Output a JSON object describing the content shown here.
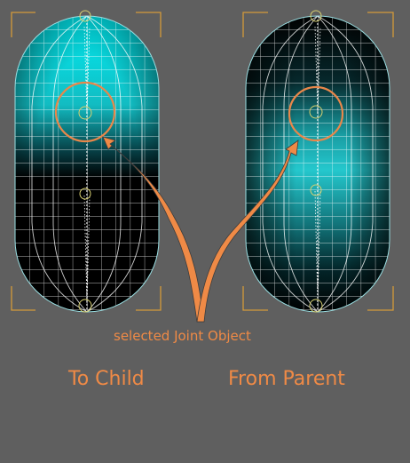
{
  "annotation": "selected Joint Object",
  "labels": {
    "left": "To Child",
    "right": "From Parent"
  },
  "colors": {
    "background": "#5f5f5f",
    "accent_orange": "#ef8a46",
    "bracket_orange": "#d49a3a",
    "mesh_cyan": "#00e5ee",
    "wire": "#ffffff",
    "joint_yellow": "#d8d070"
  }
}
